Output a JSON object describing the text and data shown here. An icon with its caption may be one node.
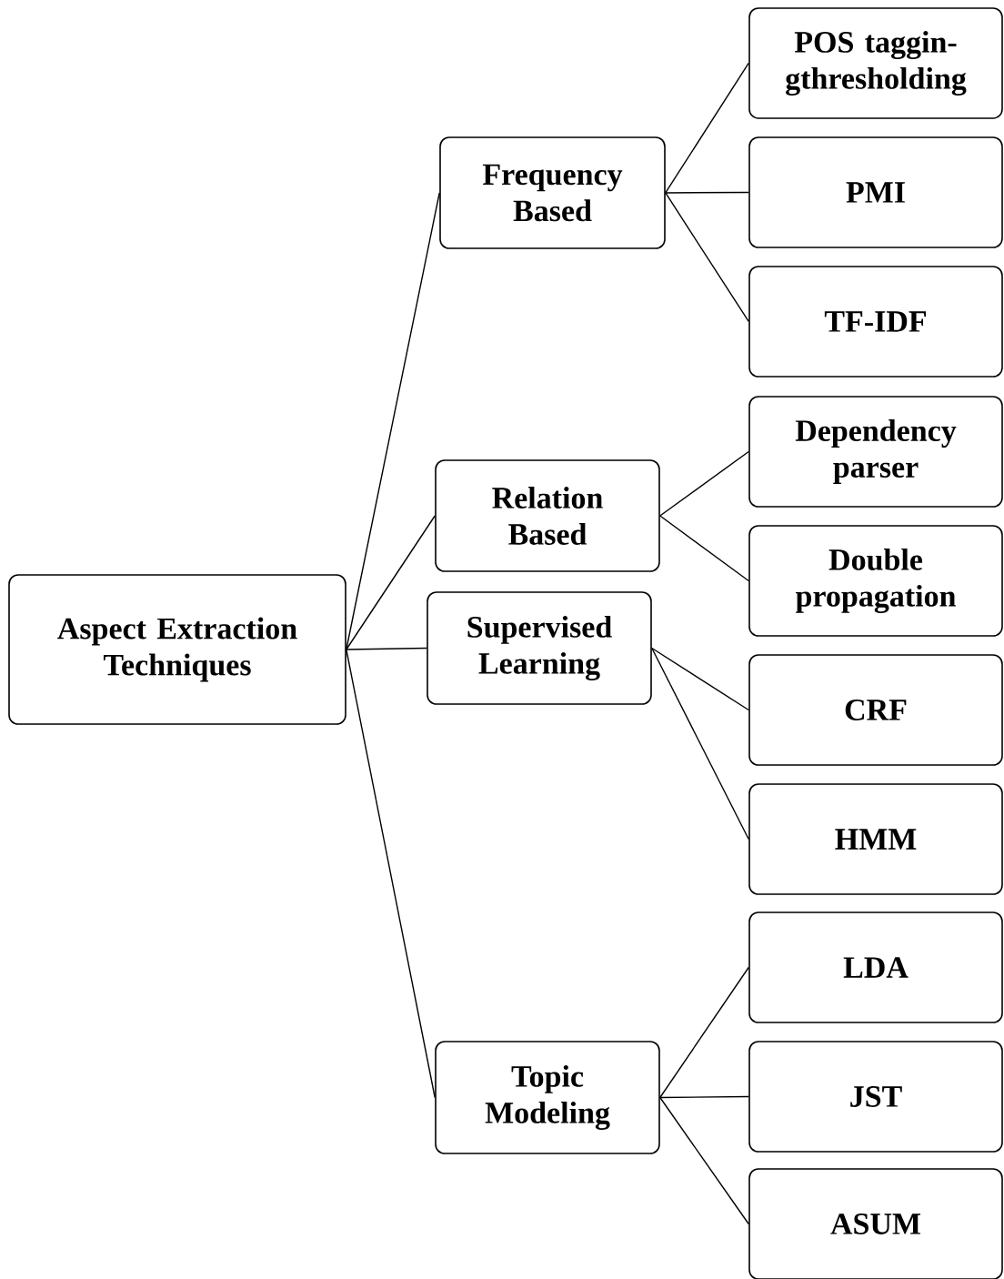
{
  "diagram": {
    "nodes": [
      {
        "text": [
          "Aspect Extraction Techniques"
        ]
      },
      {
        "text": [
          "Frequency Based"
        ]
      },
      {
        "text": [
          "Relation Based"
        ]
      },
      {
        "text": [
          "Supervised Learning"
        ]
      },
      {
        "text": [
          "Topic Modeling"
        ]
      },
      {
        "text": [
          "POS taggin-gthresholding"
        ]
      },
      {
        "text": [
          "PMI"
        ]
      },
      {
        "text": [
          "TF-IDF"
        ]
      },
      {
        "text": [
          "Dependency parser"
        ]
      },
      {
        "text": [
          "Double propagation"
        ]
      },
      {
        "text": [
          "CRF"
        ]
      },
      {
        "text": [
          "HMM"
        ]
      },
      {
        "text": [
          "LDA"
        ]
      },
      {
        "text": [
          "JST"
        ]
      },
      {
        "text": [
          "ASUM"
        ]
      }
    ],
    "edges": [
      {
        "from": 0,
        "to": 1,
        "arrow": "none"
      },
      {
        "from": 0,
        "to": 2,
        "arrow": "none"
      },
      {
        "from": 0,
        "to": 3,
        "arrow": "none"
      },
      {
        "from": 0,
        "to": 4,
        "arrow": "none"
      },
      {
        "from": 1,
        "to": 5,
        "arrow": "none"
      },
      {
        "from": 1,
        "to": 6,
        "arrow": "none"
      },
      {
        "from": 1,
        "to": 7,
        "arrow": "none"
      },
      {
        "from": 2,
        "to": 8,
        "arrow": "none"
      },
      {
        "from": 2,
        "to": 9,
        "arrow": "none"
      },
      {
        "from": 3,
        "to": 10,
        "arrow": "none"
      },
      {
        "from": 3,
        "to": 11,
        "arrow": "none"
      },
      {
        "from": 4,
        "to": 12,
        "arrow": "none"
      },
      {
        "from": 4,
        "to": 13,
        "arrow": "none"
      },
      {
        "from": 4,
        "to": 14,
        "arrow": "none"
      }
    ]
  }
}
